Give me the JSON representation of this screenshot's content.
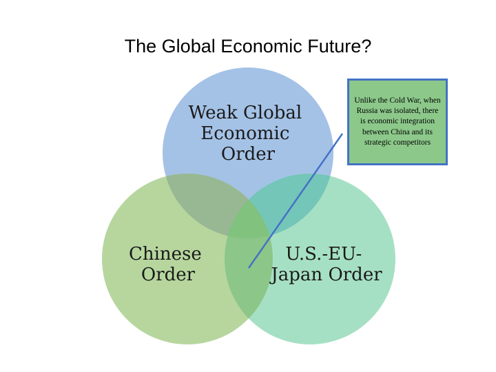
{
  "title": "The Global Economic Future?",
  "circles": [
    {
      "id": "weak",
      "lines": [
        "Weak Global",
        "Economic",
        "Order"
      ],
      "color": "#a4c2e6"
    },
    {
      "id": "china",
      "lines": [
        "Chinese",
        "Order"
      ],
      "color": "#b6d69e"
    },
    {
      "id": "useu",
      "lines": [
        "U.S.-EU-",
        "Japan Order"
      ],
      "color": "#a6e0c4"
    }
  ],
  "callout": {
    "text": "Unlike the Cold War, when Russia was isolated, there is economic integration between China and its strategic competitors",
    "fill": "#8cc88a",
    "border": "#4472c4"
  }
}
